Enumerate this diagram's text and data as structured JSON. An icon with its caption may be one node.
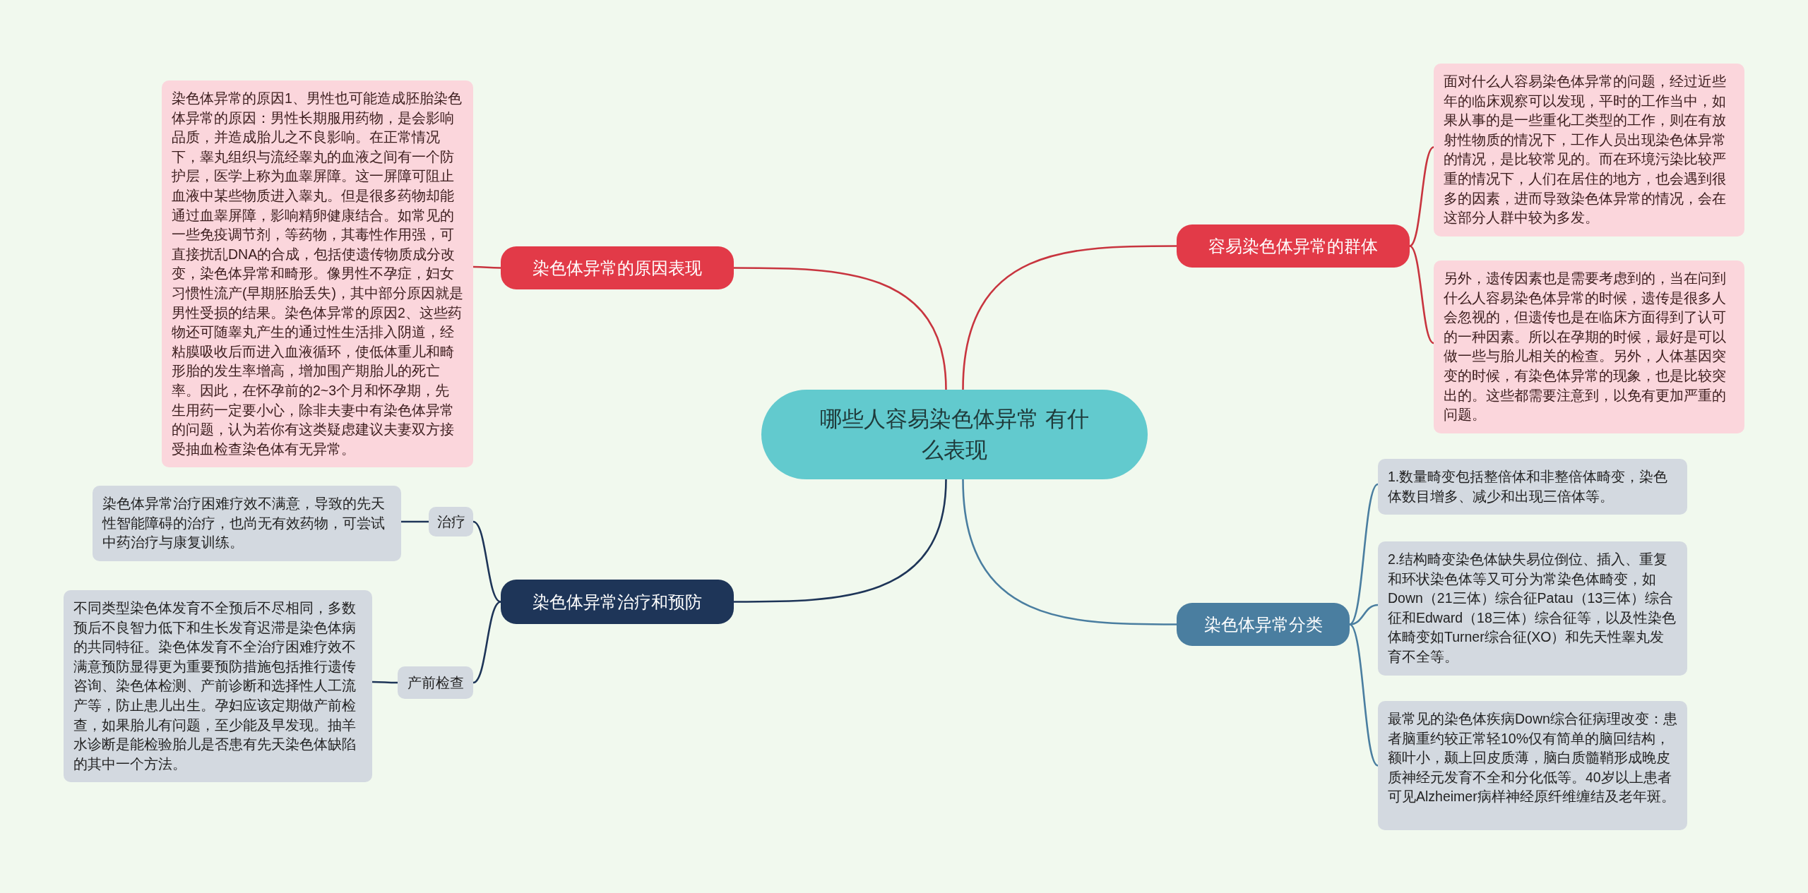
{
  "diagram": {
    "nodes": [
      {
        "text": [
          "哪些人容易染色体异常 有什么表现"
        ]
      },
      {
        "text": [
          "容易染色体异常的群体"
        ]
      },
      {
        "text": [
          "面对什么人容易染色体异常的问题，经过近些年的临床观察可以发现，平时的工作当中，如果从事的是一些重化工类型的工作，则在有放射性物质的情况下，工作人员出现染色体异常的情况，是比较常见的。而在环境污染比较严重的情况下，人们在居住的地方，也会遇到很多的因素，进而导致染色体异常的情况，会在这部分人群中较为多发。"
        ]
      },
      {
        "text": [
          "另外，遗传因素也是需要考虑到的，当在问到什么人容易染色体异常的时候，遗传是很多人会忽视的，但遗传也是在临床方面得到了认可的一种因素。所以在孕期的时候，最好是可以做一些与胎儿相关的检查。另外，人体基因突变的时候，有染色体异常的现象，也是比较突出的。这些都需要注意到，以免有更加严重的问题。"
        ]
      },
      {
        "text": [
          "染色体异常的原因表现"
        ]
      },
      {
        "text": [
          "染色体异常的原因1、男性也可能造成胚胎染色体异常的原因：男性长期服用药物，是会影响品质，并造成胎儿之不良影响。在正常情况下，睾丸组织与流经睾丸的血液之间有一个防护层，医学上称为血睾屏障。这一屏障可阻止血液中某些物质进入睾丸。但是很多药物却能通过血睾屏障，影响精卵健康结合。如常见的一些免疫调节剂，等药物，其毒性作用强，可直接扰乱DNA的合成，包括使遗传物质成分改变，染色体异常和畸形。像男性不孕症，妇女习惯性流产(早期胚胎丢失)，其中部分原因就是男性受损的结果。染色体异常的原因2、这些药物还可随睾丸产生的通过性生活排入阴道，经粘膜吸收后而进入血液循环，使低体重儿和畸形胎的发生率增高，增加围产期胎儿的死亡率。因此，在怀孕前的2~3个月和怀孕期，先生用药一定要小心，除非夫妻中有染色体异常的问题，认为若你有这类疑虑建议夫妻双方接受抽血检查染色体有无异常。"
        ]
      },
      {
        "text": [
          "染色体异常分类"
        ]
      },
      {
        "text": [
          "1.数量畸变包括整倍体和非整倍体畸变，染色体数目增多、减少和出现三倍体等。"
        ]
      },
      {
        "text": [
          "2.结构畸变染色体缺失易位倒位、插入、重复和环状染色体等又可分为常染色体畸变，如Down（21三体）综合征Patau（13三体）综合征和Edward（18三体）综合征等，以及性染色体畸变如Turner综合征(XO）和先天性睾丸发育不全等。"
        ]
      },
      {
        "text": [
          "最常见的染色体疾病Down综合征病理改变：患者脑重约较正常轻10%仅有简单的脑回结构，额叶小，颞上回皮质薄，脑白质髓鞘形成晚皮质神经元发育不全和分化低等。40岁以上患者可见Alzheimer病样神经原纤维缠结及老年斑。"
        ]
      },
      {
        "text": [
          "染色体异常治疗和预防"
        ]
      },
      {
        "text": [
          "治疗"
        ]
      },
      {
        "text": [
          "染色体异常治疗困难疗效不满意，导致的先天性智能障碍的治疗，也尚无有效药物，可尝试中药治疗与康复训练。"
        ]
      },
      {
        "text": [
          "产前检查"
        ]
      },
      {
        "text": [
          "不同类型染色体发育不全预后不尽相同，多数预后不良智力低下和生长发育迟滞是染色体病的共同特征。染色体发育不全治疗困难疗效不满意预防显得更为重要预防措施包括推行遗传咨询、染色体检测、产前诊断和选择性人工流产等，防止患儿出生。孕妇应该定期做产前检查，如果胎儿有问题，至少能及早发现。抽羊水诊断是能检验胎儿是否患有先天染色体缺陷的其中一个方法。"
        ]
      }
    ],
    "edges": [
      {
        "from": 0,
        "to": 1,
        "arrow": "none",
        "color": "#c8353f"
      },
      {
        "from": 1,
        "to": 2,
        "arrow": "none",
        "color": "#c8353f"
      },
      {
        "from": 1,
        "to": 3,
        "arrow": "none",
        "color": "#c8353f"
      },
      {
        "from": 0,
        "to": 4,
        "arrow": "none",
        "color": "#c8353f"
      },
      {
        "from": 4,
        "to": 5,
        "arrow": "none",
        "color": "#c8353f"
      },
      {
        "from": 0,
        "to": 6,
        "arrow": "none",
        "color": "#4a7ea0"
      },
      {
        "from": 6,
        "to": 7,
        "arrow": "none",
        "color": "#4a7ea0"
      },
      {
        "from": 6,
        "to": 8,
        "arrow": "none",
        "color": "#4a7ea0"
      },
      {
        "from": 6,
        "to": 9,
        "arrow": "none",
        "color": "#4a7ea0"
      },
      {
        "from": 0,
        "to": 10,
        "arrow": "none",
        "color": "#1e3558"
      },
      {
        "from": 10,
        "to": 11,
        "arrow": "none",
        "color": "#1e3558"
      },
      {
        "from": 11,
        "to": 12,
        "arrow": "none",
        "color": "#1e3558"
      },
      {
        "from": 10,
        "to": 13,
        "arrow": "none",
        "color": "#1e3558"
      },
      {
        "from": 13,
        "to": 14,
        "arrow": "none",
        "color": "#1e3558"
      }
    ]
  }
}
